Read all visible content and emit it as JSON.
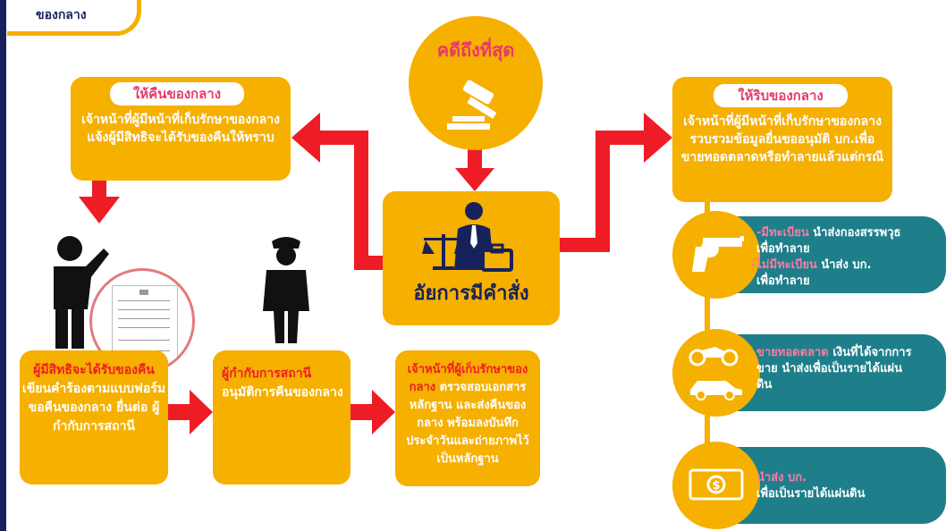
{
  "header_tab": "ของกลาง",
  "center_top": "คดีถึงที่สุด",
  "center_main": "อัยการมีคำสั่ง",
  "left_box": {
    "title": "ให้คืนของกลาง",
    "text": "เจ้าหน้าที่ผู้มีหน้าที่เก็บรักษาของกลางแจ้งผู้มีสิทธิจะได้รับของคืนให้ทราบ"
  },
  "right_box": {
    "title": "ให้ริบของกลาง",
    "text": "เจ้าหน้าที่ผู้มีหน้าที่เก็บรักษาของกลางรวบรวมข้อมูลยื่นขออนุมัติ บก.เพื่อขายทอดตลาดหรือทำลายแล้วแต่กรณี"
  },
  "step1": {
    "hl": "ผู้มีสิทธิจะได้รับของคืน",
    "text": "เขียนคำร้องตามแบบฟอร์มขอคืนของกลาง ยื่นต่อ ผู้กำกับการสถานี"
  },
  "step2": {
    "hl": "ผู้กำกับการสถานี",
    "text": "อนุมัติการคืนของกลาง"
  },
  "step3": {
    "hl": "เจ้าหน้าที่ผู้เก็บรักษาของกลาง",
    "text": "ตรวจสอบเอกสารหลักฐาน และส่งคืนของกลาง พร้อมลงบันทึกประจำวันและถ่ายภาพไว้เป็นหลักฐาน"
  },
  "weapon": {
    "l1_hl": "-มีทะเบียน",
    "l1": "นำส่งกองสรรพวุธ",
    "l2": "เพื่อทำลาย",
    "l3_hl": "-ไม่มีทะเบียน",
    "l3": "นำส่ง บก.",
    "l4": "เพื่อทำลาย"
  },
  "vehicle": {
    "hl": "ขายทอดตลาด",
    "l1": "เงินที่ได้จากการ",
    "l2": "ขาย นำส่งเพื่อเป็นรายได้แผ่น",
    "l3": "ดิน"
  },
  "money": {
    "hl": "นำส่ง บก.",
    "l1": "เพื่อเป็นรายได้แผ่นดิน"
  },
  "colors": {
    "orange": "#f6b000",
    "red": "#ee1c25",
    "teal": "#1e7f8b",
    "pink": "#e8396a",
    "navy": "#17225c"
  },
  "icons": [
    "gavel-icon",
    "prosecutor-icon",
    "person-icon",
    "form-document-icon",
    "police-officer-icon",
    "revolver-icon",
    "motorcycle-icon",
    "car-icon",
    "banknote-icon"
  ]
}
